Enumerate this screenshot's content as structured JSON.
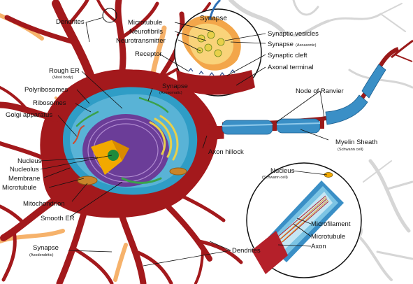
{
  "labels": {
    "dendrites_top": "Dendrites",
    "microtubule_top": "Microtubule",
    "neurofibrils": "Neurofibrils",
    "neurotransmitter": "Neurotransmitter",
    "receptor": "Receptor",
    "synapse_title": "Synapse",
    "synaptic_vesicles": "Synaptic vesicles",
    "synapse_axoaxonic": "Synapse",
    "synapse_axoaxonic_sub": "(Axoaxonic)",
    "synaptic_cleft": "Synaptic cleft",
    "axonal_terminal": "Axonal terminal",
    "node_of_ranvier": "Node of Ranvier",
    "rough_er": "Rough ER",
    "rough_er_sub": "(Nissl body)",
    "polyribosomes": "Polyribosomes",
    "ribosomes": "Ribosomes",
    "golgi": "Golgi apparatus",
    "synapse_axosomatic": "Synapse",
    "synapse_axosomatic_sub": "(Axosomatic)",
    "nucleus": "Nucleus",
    "nucleolus": "Nucleolus",
    "membrane": "Membrane",
    "microtubule_left": "Microtubule",
    "axon_hillock": "Axon hillock",
    "myelin_sheath": "Myelin Sheath",
    "myelin_sheath_sub": "(Schwann cell)",
    "schwann_nucleus": "Nucleus",
    "schwann_nucleus_sub": "(Schwann cell)",
    "mitochondrion": "Mitochondrion",
    "smooth_er": "Smooth ER",
    "microfilament": "Microfilament",
    "microtubule_inset": "Microtubule",
    "axon": "Axon",
    "synapse_axodendritic": "Synapse",
    "synapse_axodendritic_sub": "(Axodendritic)",
    "dendrites_bottom": "Dendrites"
  },
  "colors": {
    "neuron_body": "#a3191c",
    "cytoplasm": "#2f9dc6",
    "nucleus": "#6b3d98",
    "nucleolus_core": "#f2a900",
    "myelin": "#3a8fc6",
    "dendrite_tip": "#f6b26b",
    "background_neuron": "#d9d9d9"
  }
}
